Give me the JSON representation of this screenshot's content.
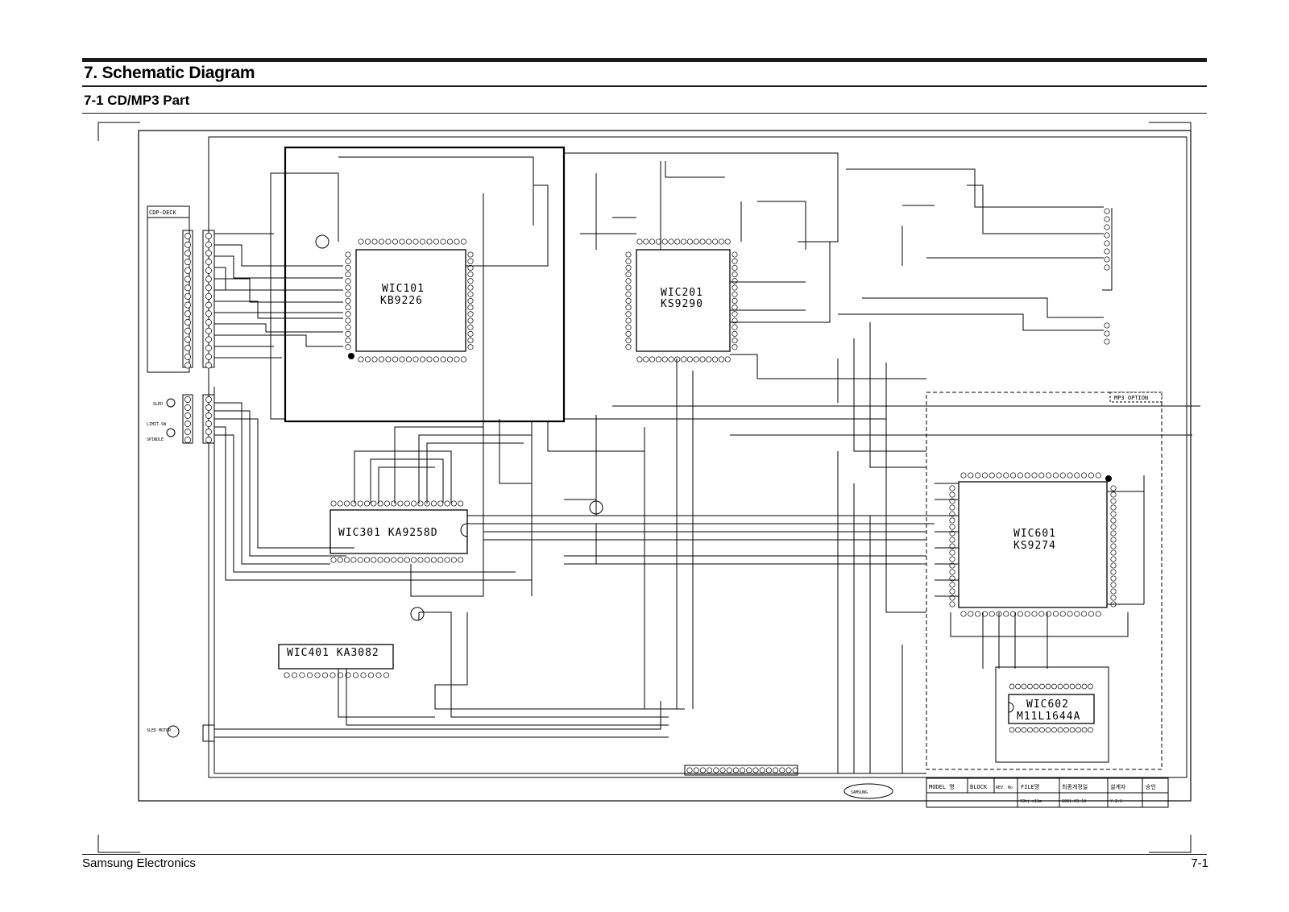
{
  "header": {
    "title": "7. Schematic Diagram",
    "subtitle": "7-1 CD/MP3 Part"
  },
  "footer": {
    "company": "Samsung Electronics",
    "page": "7-1"
  },
  "connectors": {
    "cdp_deck": "CDP-DECK",
    "mp3_option": "MP3 OPTION",
    "sled": "SLED",
    "limit_sw": "LIMIT-SW",
    "spindle": "SPINDLE",
    "sled_motor": "SLED MOTOR"
  },
  "chips": {
    "wic101": {
      "ref": "WIC101",
      "part": "KB9226"
    },
    "wic201": {
      "ref": "WIC201",
      "part": "KS9290"
    },
    "wic301": {
      "ref": "WIC301 KA9258D"
    },
    "wic401": {
      "ref": "WIC401 KA3082"
    },
    "wic601": {
      "ref": "WIC601",
      "part": "KS9274"
    },
    "wic602": {
      "ref": "WIC602",
      "part": "M11L1644A"
    }
  },
  "title_block": {
    "model": "MODEL 명",
    "block": "BLOCK",
    "rev": "REV. No",
    "file": "FILE명",
    "date_label": "최종개정일",
    "designer": "설계자",
    "approval": "승인",
    "file_value": "93hj-e11m",
    "date_value": "2001.03.14",
    "designer_value": "Y.I.S"
  },
  "logo": "SAMSUNG"
}
